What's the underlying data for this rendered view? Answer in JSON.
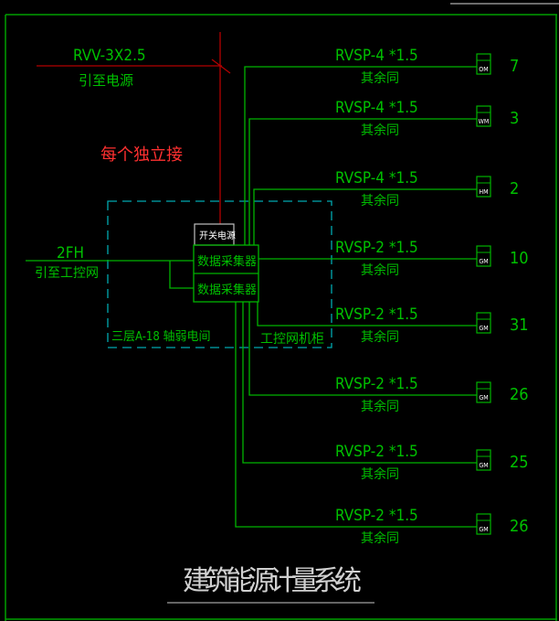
{
  "power": {
    "cable": "RVV-3X2.5",
    "note": "引至电源"
  },
  "annotation": "每个独立接",
  "network": {
    "code": "2FH",
    "note": "引至工控网"
  },
  "switch_power_label": "开关电源",
  "collectors": [
    "数据采集器",
    "数据采集器"
  ],
  "room_label": "三层A-18 轴弱电间",
  "cabinet_label": "工控网机柜",
  "branches": [
    {
      "cable": "RVSP-4 *1.5",
      "note": "其余同",
      "meter": "OM",
      "count": "7"
    },
    {
      "cable": "RVSP-4 *1.5",
      "note": "其余同",
      "meter": "WM",
      "count": "3"
    },
    {
      "cable": "RVSP-4 *1.5",
      "note": "其余同",
      "meter": "HM",
      "count": "2"
    },
    {
      "cable": "RVSP-2 *1.5",
      "note": "其余同",
      "meter": "GM",
      "count": "10"
    },
    {
      "cable": "RVSP-2 *1.5",
      "note": "其余同",
      "meter": "GM",
      "count": "31"
    },
    {
      "cable": "RVSP-2 *1.5",
      "note": "其余同",
      "meter": "GM",
      "count": "26"
    },
    {
      "cable": "RVSP-2 *1.5",
      "note": "其余同",
      "meter": "GM",
      "count": "25"
    },
    {
      "cable": "RVSP-2 *1.5",
      "note": "其余同",
      "meter": "GM",
      "count": "26"
    }
  ],
  "title": "建筑能源计量系统",
  "colors": {
    "line": "#00b400",
    "text": "#00c000",
    "power": "#b40000",
    "annotation": "#ff3030",
    "dashed": "#00a8b0",
    "title": "#d0d0d0"
  }
}
